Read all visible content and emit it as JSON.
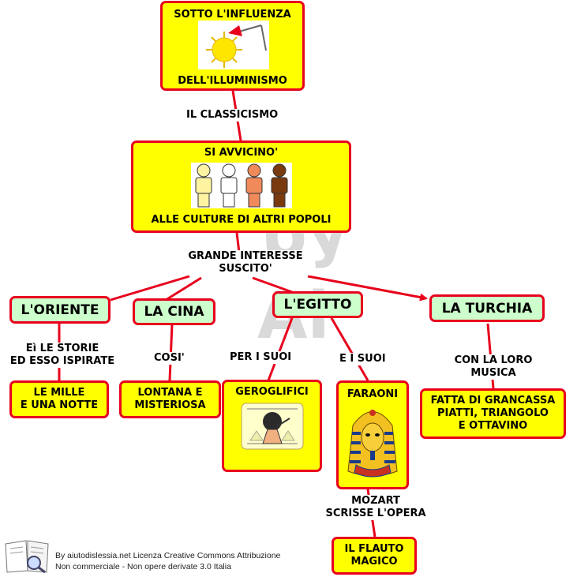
{
  "watermark": {
    "line1": "by",
    "line2": "Ai"
  },
  "top": {
    "title1": "SOTTO L'INFLUENZA",
    "title2": "DELL'ILLUMINISMO"
  },
  "link_classicismo": "IL CLASSICISMO",
  "middle": {
    "title1": "SI AVVICINO'",
    "title2": "ALLE CULTURE DI ALTRI POPOLI"
  },
  "link_interesse": "GRANDE INTERESSE\nSUSCITO'",
  "branches": {
    "oriente": {
      "title": "L'ORIENTE",
      "link": "Eì LE STORIE\nED ESSO ISPIRATE",
      "leaf": "LE MILLE\nE UNA NOTTE"
    },
    "cina": {
      "title": "LA CINA",
      "link": "COSI'",
      "leaf": "LONTANA E\nMISTERIOSA"
    },
    "egitto": {
      "title": "L'EGITTO",
      "link1": "PER I SUOI",
      "leaf1": "GEROGLIFICI",
      "link2": "E I SUOI",
      "leaf2": "FARAONI",
      "link3": "MOZART\nSCRISSE L'OPERA",
      "leaf3": "IL FLAUTO\nMAGICO"
    },
    "turchia": {
      "title": "LA TURCHIA",
      "link": "CON LA LORO\nMUSICA",
      "leaf": "FATTA DI GRANCASSA\nPIATTI, TRIANGOLO\nE OTTAVINO"
    }
  },
  "people_colors": [
    "#fdf3a0",
    "#ffffff",
    "#f08a5a",
    "#7a3a10"
  ],
  "footer": {
    "line1": "By aiutodislessia.net Licenza Creative Commons Attribuzione",
    "line2": "Non commerciale - Non opere derivate 3.0 Italia"
  }
}
